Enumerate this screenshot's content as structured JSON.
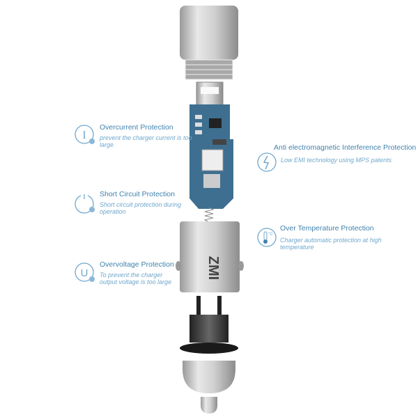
{
  "features": [
    {
      "title": "Overcurrent Protection",
      "desc": "prevent the charger current is too large",
      "icon": "current-i-icon"
    },
    {
      "title": "Short Circuit Protection",
      "desc": "Short circuit protection during operation",
      "icon": "power-icon"
    },
    {
      "title": "Overvoltage Protection",
      "desc": "To prevent the charger output voltage is too large",
      "icon": "voltage-u-icon"
    },
    {
      "title": "Anti electromagnetic Interference Protection",
      "desc": "Low EMI technology using MPS patents",
      "icon": "lightning-icon"
    },
    {
      "title": "Over Temperature Protection",
      "desc": "Charger automatic protection at high temperature",
      "icon": "thermometer-icon"
    }
  ],
  "brand": "ZMI",
  "temp_unit": "°C",
  "colors": {
    "accent": "#3f82ad",
    "pcb": "#3e6f90"
  }
}
